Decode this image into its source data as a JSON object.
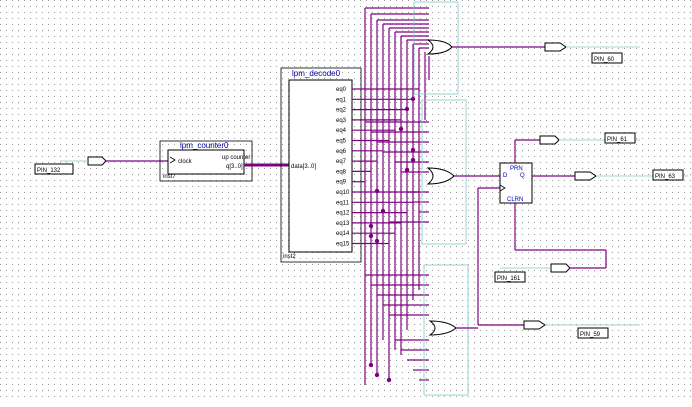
{
  "counter": {
    "title": "lpm_counter0",
    "clock": "clock",
    "mode": "up counter",
    "q": "q[3..0]",
    "inst": "inst7"
  },
  "decoder": {
    "title": "lpm_decode0",
    "data": "data[3..0]",
    "inst": "inst2",
    "outputs": [
      "eq0",
      "eq1",
      "eq2",
      "eq3",
      "eq4",
      "eq5",
      "eq6",
      "eq7",
      "eq8",
      "eq9",
      "eq10",
      "eq11",
      "eq12",
      "eq13",
      "eq14",
      "eq15"
    ]
  },
  "dff": {
    "d": "D",
    "q": "Q",
    "clrn": "CLRN",
    "prn": "PRN"
  },
  "pins": {
    "p132": "PIN_132",
    "p60": "PIN_60",
    "p61": "PIN_61",
    "p63": "PIN_63",
    "p161": "PIN_161",
    "p59": "PIN_59"
  },
  "colors": {
    "wire": "#800080",
    "block": "#000000",
    "label": "#0000c0"
  }
}
